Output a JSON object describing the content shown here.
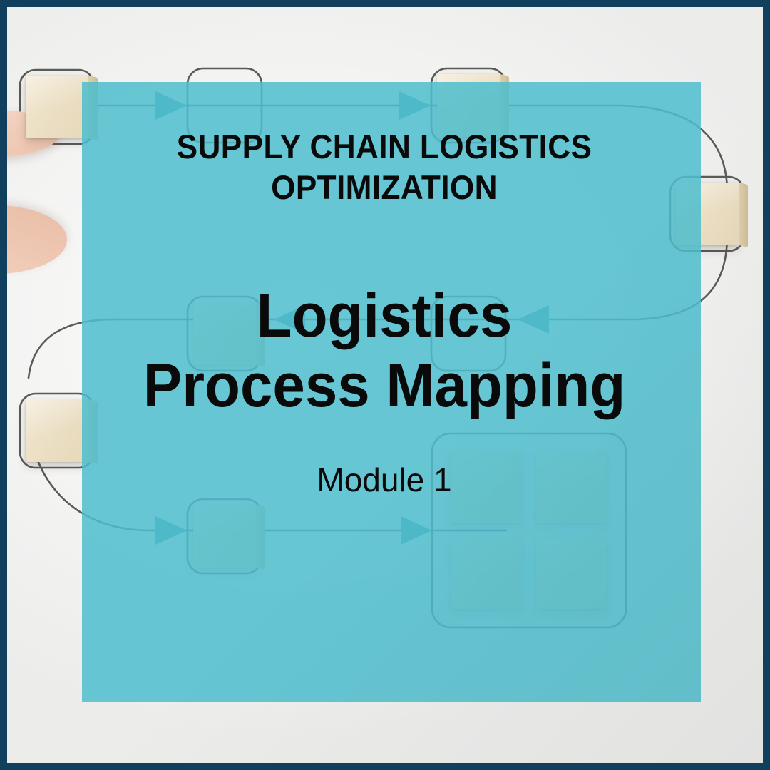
{
  "slide": {
    "eyebrow": "SUPPLY CHAIN LOGISTICS OPTIMIZATION",
    "title": "Logistics Process Mapping",
    "subtitle": "Module 1"
  },
  "colors": {
    "frame_navy": "#10405E",
    "panel_teal": "#4EBECD",
    "photo_background": "#F4F4F3",
    "wood_block": "#ECE0C6",
    "flow_line": "#5A5A57",
    "arrow_fill": "#4A9FAD"
  },
  "diagram": {
    "type": "flowchart",
    "description": "Process-mapping flowchart built from wooden blocks on a light surface, overlaid by a translucent teal title panel.",
    "nodes": [
      {
        "id": "n1",
        "label": "",
        "row": "top",
        "position": "left-edge",
        "has_block": true,
        "held_by_hand": true
      },
      {
        "id": "n2",
        "label": "",
        "row": "top",
        "position": "center-left",
        "has_block": false
      },
      {
        "id": "n3",
        "label": "",
        "row": "top",
        "position": "center-right",
        "has_block": true
      },
      {
        "id": "n4",
        "label": "",
        "row": "right",
        "position": "right-edge",
        "has_block": true
      },
      {
        "id": "n5",
        "label": "",
        "row": "middle",
        "position": "center-left",
        "has_block": true
      },
      {
        "id": "n6",
        "label": "",
        "row": "middle",
        "position": "center-right",
        "has_block": false
      },
      {
        "id": "n7",
        "label": "",
        "row": "middle",
        "position": "left-edge",
        "has_block": true
      },
      {
        "id": "n8",
        "label": "",
        "row": "bottom",
        "position": "center-left",
        "has_block": true
      },
      {
        "id": "n9",
        "label": "",
        "row": "bottom",
        "position": "right",
        "has_block": true,
        "block_count": 4,
        "layout": "2x2-grid"
      }
    ],
    "connectors": [
      {
        "from": "n1",
        "to": "n2",
        "direction": "right",
        "style": "straight"
      },
      {
        "from": "n2",
        "to": "n3",
        "direction": "right",
        "style": "straight"
      },
      {
        "from": "n3",
        "to": "n4",
        "direction": "right",
        "style": "curve"
      },
      {
        "from": "n4",
        "to": "n6",
        "direction": "left",
        "style": "curve"
      },
      {
        "from": "n6",
        "to": "n5",
        "direction": "left",
        "style": "straight"
      },
      {
        "from": "n5",
        "to": "n7",
        "direction": "left",
        "style": "curve"
      },
      {
        "from": "n7",
        "to": "n8",
        "direction": "right",
        "style": "curve"
      },
      {
        "from": "n8",
        "to": "n9",
        "direction": "right",
        "style": "straight"
      }
    ]
  }
}
